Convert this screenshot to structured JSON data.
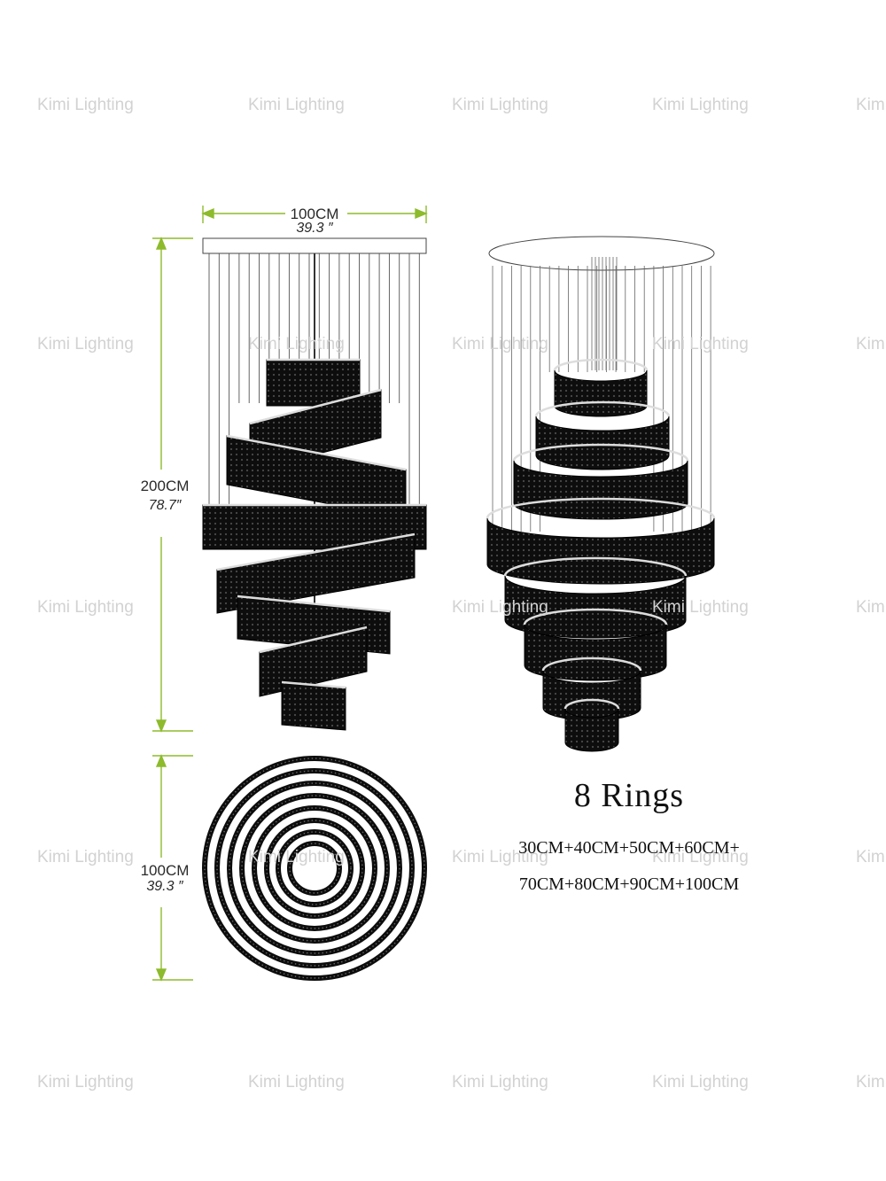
{
  "watermark": {
    "text": "Kimi Lighting",
    "partial": "Kim"
  },
  "dimensions": {
    "width": {
      "cm": "100CM",
      "inch": "39.3 ″"
    },
    "height": {
      "cm": "200CM",
      "inch": "78.7″"
    },
    "bottom": {
      "cm": "100CM",
      "inch": "39.3 ″"
    }
  },
  "product": {
    "title": "8 Rings",
    "sizes_line1": "30CM+40CM+50CM+60CM+",
    "sizes_line2": "70CM+80CM+90CM+100CM"
  },
  "colors": {
    "dimension_line": "#8dbb2c",
    "ring": "#0d0d0d",
    "cable": "#555555",
    "watermark": "#d2d2d2"
  }
}
